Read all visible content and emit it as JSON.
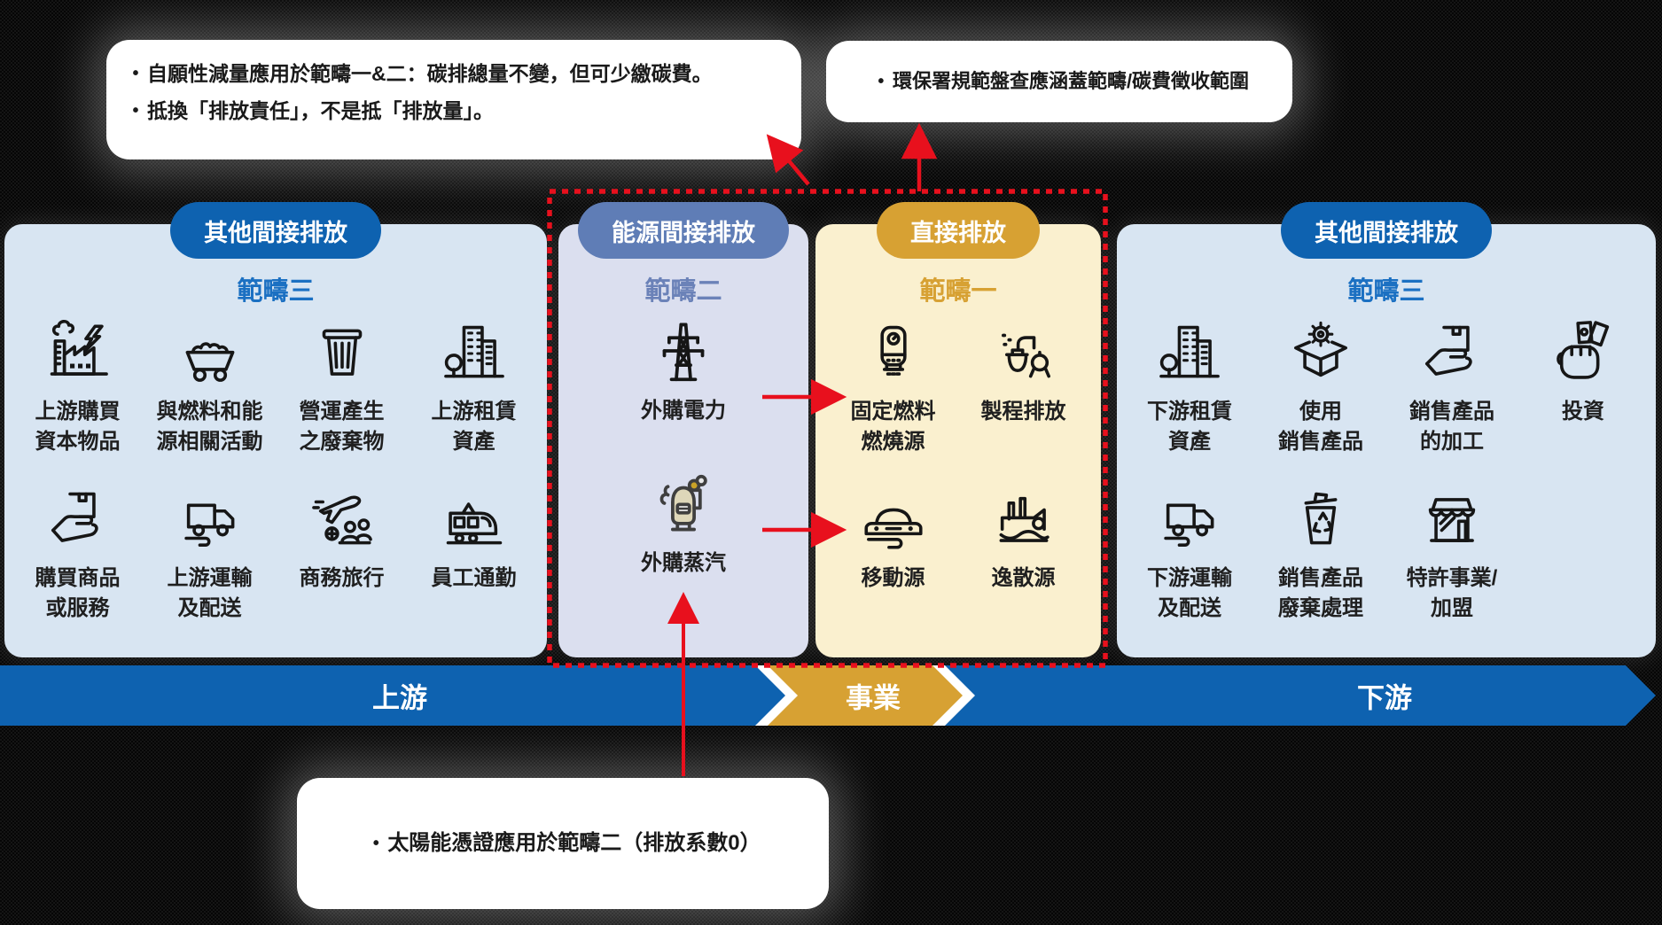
{
  "colors": {
    "panel_blue": "#D8E5F2",
    "panel_lavender": "#DBDFEF",
    "panel_yellow": "#FAF0CF",
    "pill_blue": "#0E62B0",
    "pill_slate_blue": "#5F7DB6",
    "pill_gold": "#D7A133",
    "title_blue": "#1B70C2",
    "title_slate_blue": "#6B82B8",
    "title_gold": "#D7A133",
    "bar_blue": "#0E62B0",
    "bar_gold": "#D7A133",
    "annotation_red": "#E8101D",
    "callout_bg": "#FFFFFF",
    "text_dark": "#1A1A1A"
  },
  "callouts": {
    "top_left": {
      "bullets": [
        "自願性減量應用於範疇一&二：碳排總量不變，但可少繳碳費。",
        "抵換「排放責任」，不是抵「排放量」。"
      ]
    },
    "top_right": {
      "bullets": [
        "環保署規範盤查應涵蓋範疇/碳費徵收範圍"
      ]
    },
    "bottom": {
      "bullets": [
        "太陽能憑證應用於範疇二（排放系數0）"
      ]
    }
  },
  "panels": [
    {
      "badge": "其他間接排放",
      "title": "範疇三",
      "theme": "blue",
      "items": [
        {
          "label": "上游購買\n資本物品",
          "icon": "factory"
        },
        {
          "label": "與燃料和能\n源相關活動",
          "icon": "mine-cart"
        },
        {
          "label": "營運產生\n之廢棄物",
          "icon": "trash-bin"
        },
        {
          "label": "上游租賃\n資產",
          "icon": "building-tree"
        },
        {
          "label": "購買商品\n或服務",
          "icon": "hand-box"
        },
        {
          "label": "上游運輸\n及配送",
          "icon": "delivery-truck"
        },
        {
          "label": "商務旅行",
          "icon": "airplane-travel"
        },
        {
          "label": "員工通勤",
          "icon": "commuter-train"
        }
      ]
    },
    {
      "badge": "能源間接排放",
      "title": "範疇二",
      "theme": "slate",
      "items": [
        {
          "label": "外購電力",
          "icon": "power-tower"
        },
        {
          "label": "外購蒸汽",
          "icon": "steam-boiler"
        }
      ]
    },
    {
      "badge": "直接排放",
      "title": "範疇一",
      "theme": "gold",
      "items": [
        {
          "label": "固定燃料\n燃燒源",
          "icon": "water-heater"
        },
        {
          "label": "製程排放",
          "icon": "process-emission"
        },
        {
          "label": "移動源",
          "icon": "car"
        },
        {
          "label": "逸散源",
          "icon": "industrial-site"
        }
      ]
    },
    {
      "badge": "其他間接排放",
      "title": "範疇三",
      "theme": "blue",
      "items": [
        {
          "label": "下游租賃\n資產",
          "icon": "building-tree"
        },
        {
          "label": "使用\n銷售產品",
          "icon": "box-gear"
        },
        {
          "label": "銷售產品\n的加工",
          "icon": "hand-box"
        },
        {
          "label": "投資",
          "icon": "money-hand"
        },
        {
          "label": "下游運輸\n及配送",
          "icon": "delivery-truck"
        },
        {
          "label": "銷售產品\n廢棄處理",
          "icon": "recycle-bin"
        },
        {
          "label": "特許事業/\n加盟",
          "icon": "storefront"
        }
      ]
    }
  ],
  "flow_bar": {
    "segments": [
      {
        "label": "上游",
        "theme": "blue"
      },
      {
        "label": "事業",
        "theme": "gold"
      },
      {
        "label": "下游",
        "theme": "blue"
      }
    ]
  }
}
